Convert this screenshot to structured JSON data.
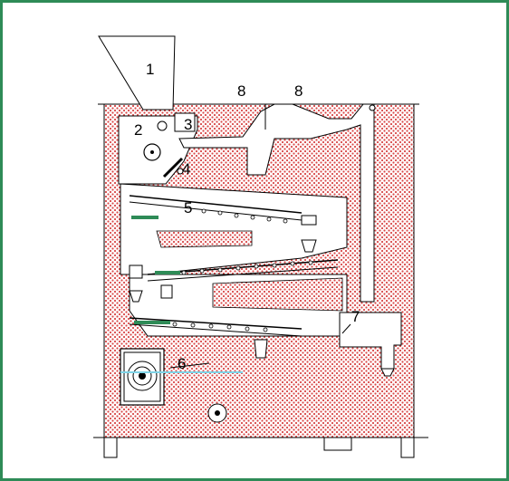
{
  "colors": {
    "frame_border": "#2e8b57",
    "housing_fill": "#d94a4a",
    "housing_bg": "#ffffff",
    "line": "#000000",
    "accent_green": "#2e8b57",
    "accent_cyan": "#7fd3e6"
  },
  "labels": {
    "hopper": "1",
    "roller": "2",
    "gate": "3",
    "valve": "4",
    "top_sieve": "5",
    "motor": "6",
    "outlet": "7",
    "fan_left": "8",
    "fan_right": "8"
  }
}
